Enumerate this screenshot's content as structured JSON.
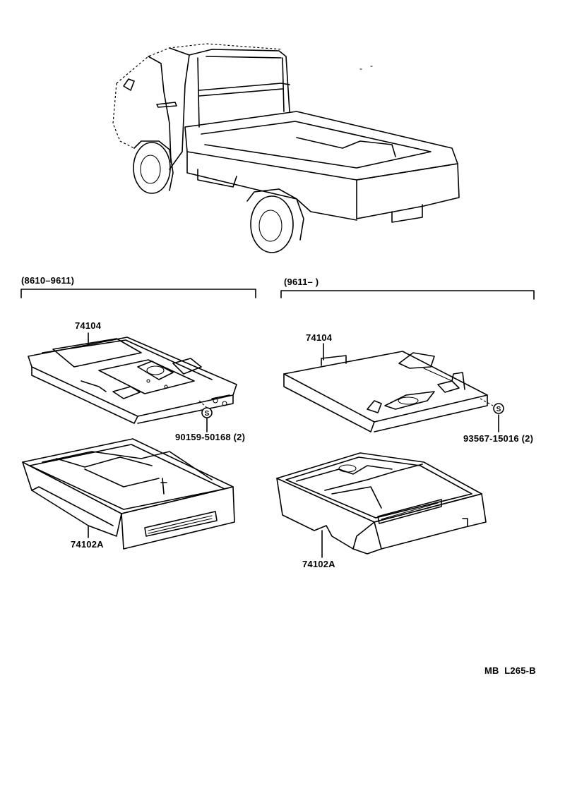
{
  "ranges": {
    "left": "(8610–9611)",
    "right": "(9611–      )"
  },
  "callouts": {
    "left_panel": "74104",
    "left_screw": "90159-50168 (2)",
    "left_tray": "74102A",
    "right_panel": "74104",
    "right_screw": "93567-15016 (2)",
    "right_tray": "74102A",
    "screw_symbol": "S"
  },
  "figure_code": "MB  L265-B"
}
